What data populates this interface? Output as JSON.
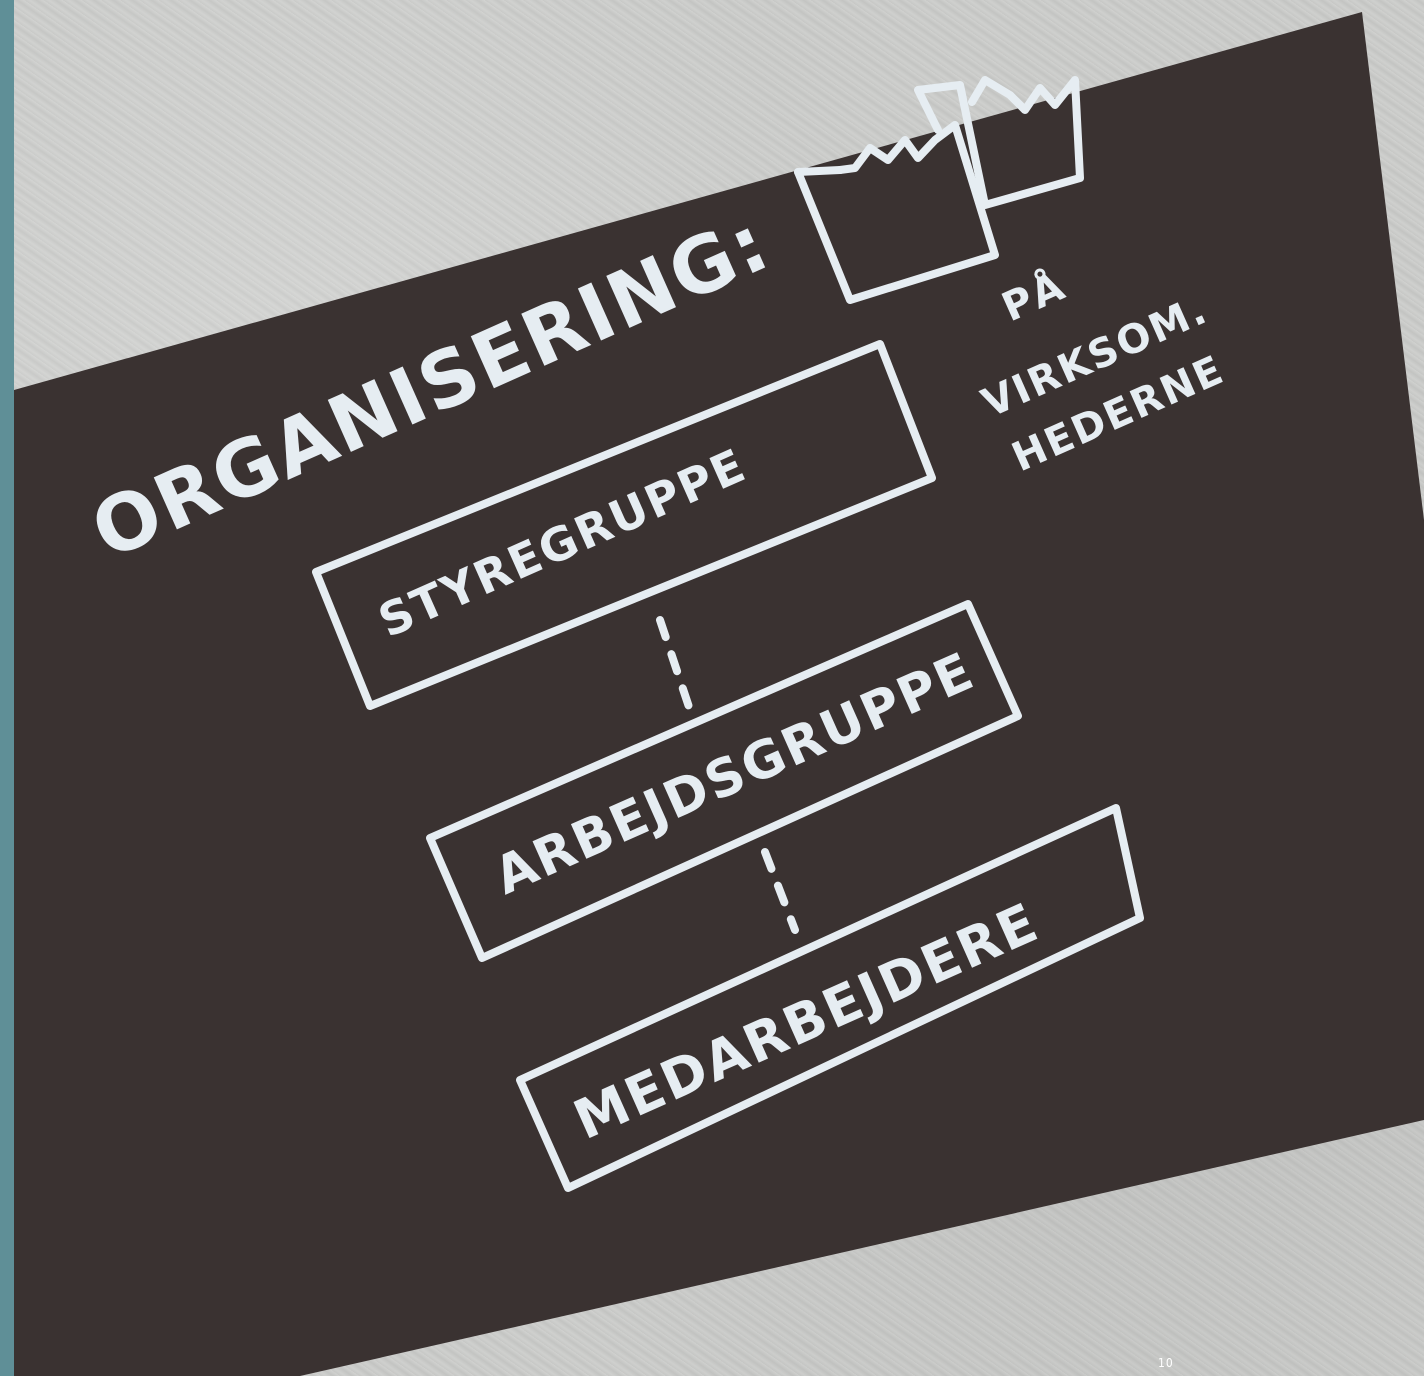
{
  "diagram": {
    "title": "ORGANISERING:",
    "side_note": [
      "PÅ",
      "VIRKSOM.",
      "HEDERNE"
    ],
    "boxes": [
      "STYREGRUPPE",
      "ARBEJDSGRUPPE",
      "MEDARBEJDERE"
    ]
  },
  "page": {
    "number": "10"
  },
  "colors": {
    "band": "#5f8f97",
    "paper": "#3a3231",
    "chalk": "#e6edf2"
  },
  "icons": [
    "factory-icon"
  ]
}
